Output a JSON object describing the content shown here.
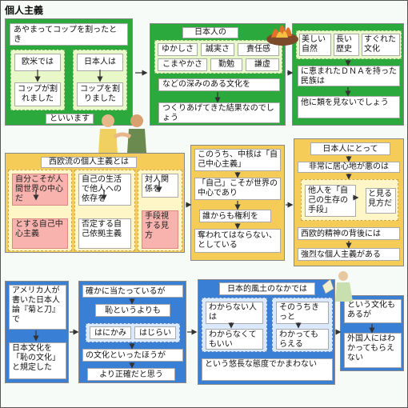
{
  "title": "個人主義",
  "row1": {
    "box1": {
      "heading": "あやまってコップを割ったとき",
      "left_head": "欧米では",
      "left_body": "コップが割れました",
      "right_head": "日本人は",
      "right_body": "コップを割りました",
      "footer": "といいます"
    },
    "box2": {
      "heading": "日本人の",
      "tags": [
        "ゆかしさ",
        "誠実さ",
        "責任感",
        "こまやかさ",
        "勤勉",
        "謙虚"
      ],
      "mid": "などの深みのある文化を",
      "bottom": "つくりあげてきた結果なのでしょう"
    },
    "box3": {
      "tags": [
        "美しい自然",
        "長い歴史",
        "すぐれた文化"
      ],
      "mid": "に恵まれたＤＮＡを持った民族は",
      "bottom": "他に類を見ないでしょう"
    }
  },
  "row2": {
    "box1": {
      "heading": "西欧流の個人主義とは",
      "c1_top": "自分こそが人間世界の中心だ",
      "c1_bottom": "とする自己中心主義",
      "c2_top": "自己の生活で他人への依存を",
      "c2_bottom": "否定する自己依拠主義",
      "c3_top": "対人関係を",
      "c3_bottom": "手段視する見方"
    },
    "box2": {
      "b1": "このうち、中核は「自己中心主義」",
      "b2": "「自己」こそが世界の中心であり",
      "b3": "誰からも権利を",
      "b4": "奪われてはならない、としている"
    },
    "box3": {
      "b1": "日本人にとって",
      "b2": "非常に居心地が悪のは",
      "b3": "他人を「自己の生存の手段」",
      "b4": "と見る見方だ",
      "b5": "西欧的精神の背後には",
      "b6": "強烈な個人主義がある"
    }
  },
  "row3": {
    "box1": {
      "b1": "アメリカ人が書いた日本人論『菊と刀』で",
      "b2": "日本文化を「恥の文化」と規定した"
    },
    "box2": {
      "b1": "確かに当たっているが",
      "b2": "恥というよりも",
      "tag1": "はにかみ",
      "tag2": "はじらい",
      "b3": "の文化といったほうが",
      "b4": "より正確だと思う"
    },
    "box3": {
      "heading": "日本的風土のなかでは",
      "l1": "わからない人は",
      "l2": "わからなくてもいい",
      "r1": "そのうちきっと",
      "r2": "わかってもらえる",
      "bottom": "という悠長な態度でかまわない"
    },
    "box4": {
      "b1": "という文化もあるが",
      "b2": "外国人にはわかってもらえない"
    }
  }
}
